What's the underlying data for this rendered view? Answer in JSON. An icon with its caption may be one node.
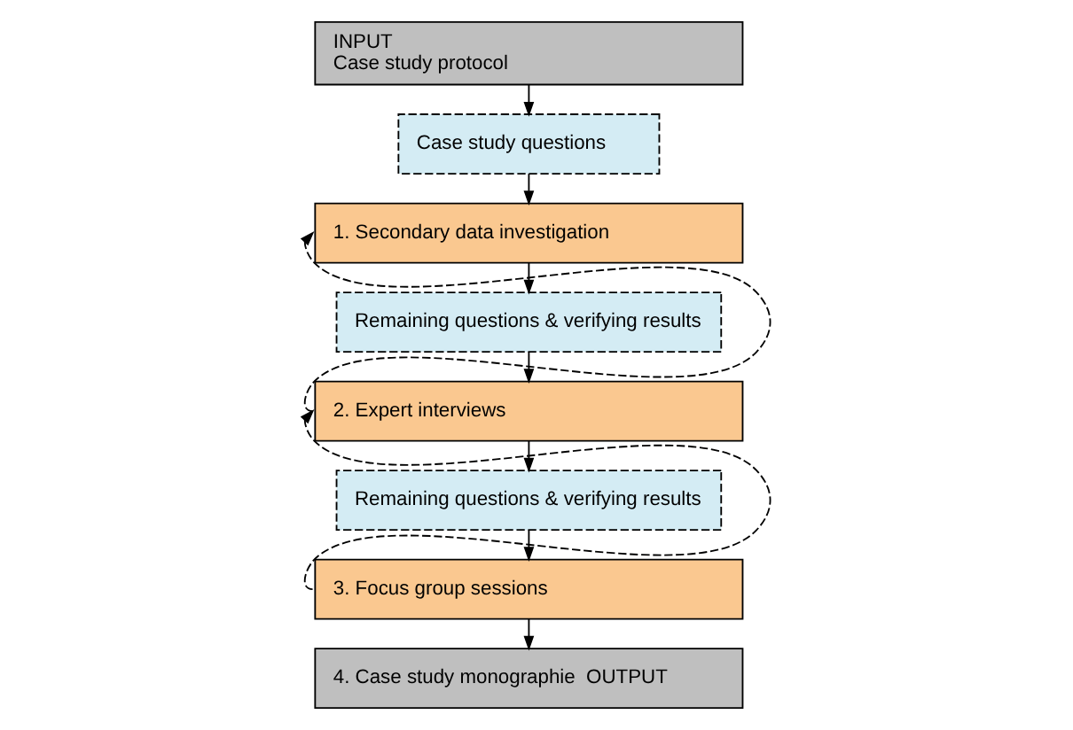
{
  "diagram": {
    "nodes": [
      {
        "text": [
          "INPUT",
          "Case study protocol"
        ]
      },
      {
        "text": [
          "Case study questions"
        ]
      },
      {
        "text": [
          "1. Secondary data investigation"
        ]
      },
      {
        "text": [
          "Remaining questions & verifying results"
        ]
      },
      {
        "text": [
          "2. Expert interviews"
        ]
      },
      {
        "text": [
          "Remaining questions & verifying results"
        ]
      },
      {
        "text": [
          "3. Focus group sessions"
        ]
      },
      {
        "text": [
          "4. Case study monographie  OUTPUT"
        ]
      }
    ],
    "edges": [
      {
        "from": 0,
        "to": 1,
        "arrow": "to"
      },
      {
        "from": 1,
        "to": 2,
        "arrow": "to"
      },
      {
        "from": 2,
        "to": 3,
        "arrow": "to"
      },
      {
        "from": 3,
        "to": 4,
        "arrow": "to"
      },
      {
        "from": 4,
        "to": 5,
        "arrow": "to"
      },
      {
        "from": 5,
        "to": 6,
        "arrow": "to"
      },
      {
        "from": 6,
        "to": 7,
        "arrow": "to"
      },
      {
        "from": 4,
        "to": 2,
        "arrow": "to",
        "style": "dashed"
      },
      {
        "from": 6,
        "to": 4,
        "arrow": "to",
        "style": "dashed"
      }
    ]
  }
}
